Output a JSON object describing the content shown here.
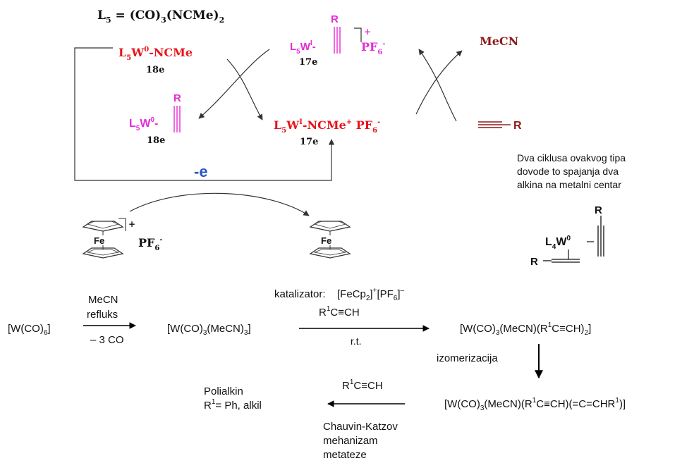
{
  "colors": {
    "red": "#e8141b",
    "magenta": "#e62bd6",
    "darkred": "#8b1a1a",
    "blue": "#2a55c8",
    "black": "#111111",
    "gray": "#555555"
  },
  "cycle": {
    "ligand_def": {
      "lhs": "L",
      "sub5": "5",
      "eq": " = (CO)",
      "sub3": "3",
      "mid": "(NCMe)",
      "sub2": "2"
    },
    "w0_ncme": {
      "l": "L",
      "sub": "5",
      "w": "W",
      "sup": "0",
      "rest": "-NCMe"
    },
    "label_18e_a": "18e",
    "w0_alkyne": {
      "l": "L",
      "sub": "5",
      "w": "W",
      "sup": "0",
      "dash": "-",
      "r": "R"
    },
    "label_18e_b": "18e",
    "w1_alkyne": {
      "l": "L",
      "sub": "5",
      "w": "W",
      "sup": "I",
      "dash": "-",
      "r": "R",
      "plus": "+",
      "pf": "PF",
      "pf_sub": "6",
      "pf_sup": "-"
    },
    "label_17e_a": "17e",
    "w1_ncme": {
      "l": "L",
      "sub": "5",
      "w": "W",
      "sup": "I",
      "rest": "-NCMe",
      "plus": "+",
      "pf": " PF",
      "pf_sub": "6",
      "pf_sup": "-"
    },
    "label_17e_b": "17e",
    "mecn": "MeCN",
    "alkyne_r": "R",
    "electron": "-e",
    "ferrocenium": {
      "fe": "Fe",
      "plus": "+",
      "pf": "PF",
      "pf_sub": "6",
      "pf_sup": "-"
    },
    "ferrocene": {
      "fe": "Fe"
    }
  },
  "note": {
    "line1": "Dva ciklusa ovakvog tipa",
    "line2": "dovode to spajanja dva",
    "line3": "alkina na metalni centar"
  },
  "bis_alkyne": {
    "l": "L",
    "sub": "4",
    "w": "W",
    "sup": "0",
    "r_top": "R",
    "r_left": "R"
  },
  "scheme": {
    "start": "[W(CO)6]",
    "step1_top1": "MeCN",
    "step1_top2": "refluks",
    "step1_bottom": "– 3 CO",
    "product1": "[W(CO)3(MeCN)3]",
    "catalyst_label": "katalizator:",
    "catalyst_formula": "[FeCp2]+[PF6]–",
    "reagent": "R1C≡CH",
    "condition": "r.t.",
    "product2": "[W(CO)3(MeCN)(R1C≡CH)2]",
    "isomerization": "izomerizacija",
    "product3": "[W(CO)3(MeCN)(R1C≡CH)(=C=CHR1)]",
    "reagent2": "R1C≡CH",
    "polymer1": "Polialkin",
    "polymer2": "R1= Ph, alkil",
    "mech1": "Chauvin-Katzov",
    "mech2": "mehanizam",
    "mech3": "metateze"
  }
}
